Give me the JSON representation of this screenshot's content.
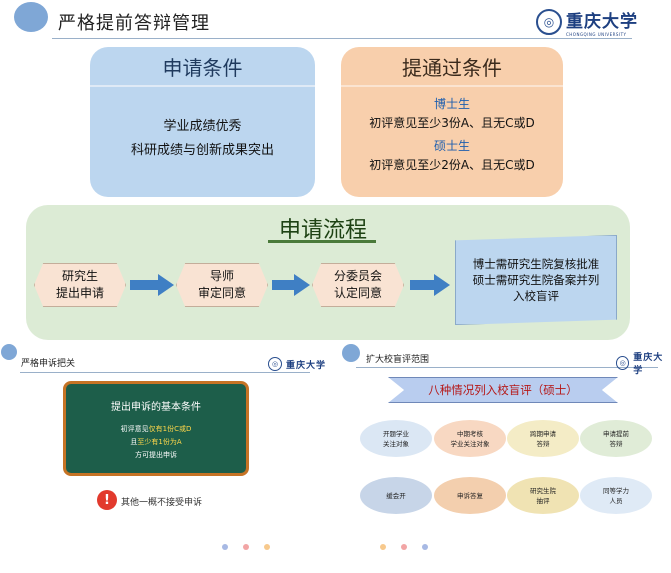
{
  "slide1": {
    "title": "严格提前答辩管理",
    "logo": {
      "seal": "◎",
      "name": "重庆大学",
      "sub": "CHONGQING UNIVERSITY"
    },
    "requirements": {
      "heading": "申请条件",
      "lines": [
        "学业成绩优秀",
        "科研成绩与创新成果突出"
      ]
    },
    "pass_conditions": {
      "heading": "提通过条件",
      "phd_label": "博士生",
      "phd_rule": "初评意见至少3份A、且无C或D",
      "master_label": "硕士生",
      "master_rule": "初评意见至少2份A、且无C或D"
    },
    "process": {
      "heading": "申请流程",
      "steps": [
        {
          "line1": "研究生",
          "line2": "提出申请"
        },
        {
          "line1": "导师",
          "line2": "审定同意"
        },
        {
          "line1": "分委员会",
          "line2": "认定同意"
        }
      ],
      "final": [
        "博士需研究生院复核批准",
        "硕士需研究生院备案并列",
        "入校盲评"
      ]
    }
  },
  "slide2": {
    "title": "严格申诉把关",
    "logo": {
      "seal": "◎",
      "name": "重庆大学"
    },
    "board": {
      "title": "提出申诉的基本条件",
      "line1_pre": "初评意见",
      "line1_hl": "仅有1份C或D",
      "line2_pre": "且",
      "line2_hl": "至少有1份为A",
      "line3": "方可提出申诉"
    },
    "warning_icon": "!",
    "warning": "其他一概不接受申诉"
  },
  "slide3": {
    "title": "扩大校盲评范围",
    "logo": {
      "seal": "◎",
      "name": "重庆大学"
    },
    "banner": "八种情况列入校盲评（硕士）",
    "ovals": [
      {
        "l1": "开题学业",
        "l2": "关注对象",
        "color": "#dbe7f4"
      },
      {
        "l1": "中期考核",
        "l2": "学业关注对象",
        "color": "#f8d8c2"
      },
      {
        "l1": "跨期申请",
        "l2": "答辩",
        "color": "#f4ecc6"
      },
      {
        "l1": "申请提前",
        "l2": "答辩",
        "color": "#e0ecd7"
      },
      {
        "l1": "缓会开",
        "l2": "",
        "color": "#c7d5e8"
      },
      {
        "l1": "申诉答复",
        "l2": "",
        "color": "#f3cfae"
      },
      {
        "l1": "研究生院",
        "l2": "抽评",
        "color": "#f0e3b3"
      },
      {
        "l1": "同等学力",
        "l2": "人员",
        "color": "#dfeaf6"
      }
    ]
  },
  "pager": {
    "left": [
      "#a7b9e4",
      "#f2a5a5",
      "#f7c98d"
    ],
    "right": [
      "#f7c98d",
      "#f2a5a5",
      "#a7b9e4"
    ]
  }
}
